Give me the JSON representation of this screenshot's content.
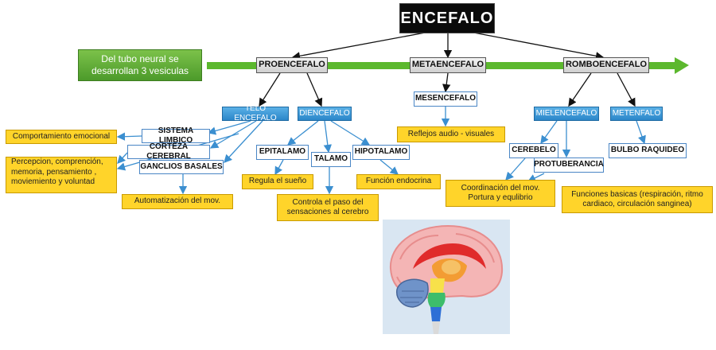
{
  "title": "ENCEFALO",
  "intro": [
    "Del tubo neural se",
    "desarrollan 3 vesiculas"
  ],
  "vesicles": [
    "PROENCEFALO",
    "METAENCEFALO",
    "ROMBOENCEFALO"
  ],
  "sub": {
    "telo": "TELO ENCEFALO",
    "dien": "DIENCEFALO",
    "mesen": "MESENCEFALO",
    "mielen": "MIELENCEFALO",
    "meten": "METENFALO"
  },
  "parts": {
    "limbico": "SISTEMA LIMBICO",
    "corteza": "CORTEZA CEREBRAL",
    "ganglios": "GANCLIOS BASALES",
    "epitalamo": "EPITALAMO",
    "talamo": "TALAMO",
    "hipotalamo": "HIPOTALAMO",
    "cerebelo": "CEREBELO",
    "protuberancia": "PROTUBERANCIA",
    "bulbo": "BULBO RAQUIDEO"
  },
  "functions": {
    "emocional": "Comportamiento emocional",
    "percepcion": [
      "Percepcion, comprención,",
      "memoria,  pensamiento ,",
      "moviemiento y voluntad"
    ],
    "automatizacion": "Automatización del mov.",
    "sueno": "Regula el sueño",
    "paso": [
      "Controla el paso del",
      "sensaciones al cerebro"
    ],
    "endocrina": "Función endocrina",
    "reflejos": "Reflejos  audio - visuales",
    "coordinacion": [
      "Coordinación del mov.",
      "Portura y equlibrio"
    ],
    "basicas": [
      "Funciones basicas (respiración, ritmo",
      "cardiaco, circulación  sanginea)"
    ]
  },
  "colors": {
    "arrow": "#5cb82e",
    "line_black": "#111111",
    "line_blue": "#3b8fd0",
    "yellow": "#ffd42a"
  }
}
